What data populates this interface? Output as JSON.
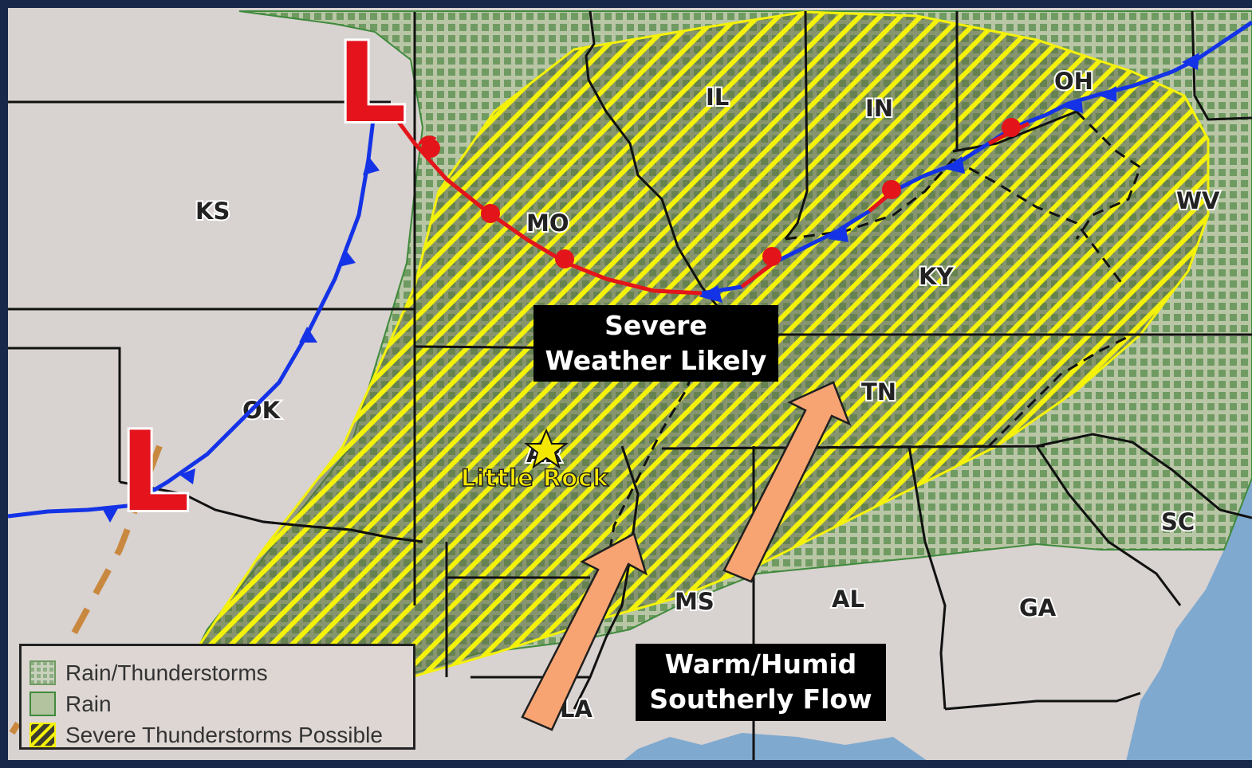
{
  "map": {
    "state_labels": {
      "ks": "KS",
      "ok": "OK",
      "mo": "MO",
      "il": "IL",
      "in": "IN",
      "oh": "OH",
      "wv": "WV",
      "ky": "KY",
      "tn": "TN",
      "ar": "AR",
      "ms": "MS",
      "al": "AL",
      "ga": "GA",
      "sc": "SC",
      "la": "LA"
    },
    "low_pressure_symbol": "L",
    "city": {
      "name": "Little Rock",
      "marker": "star"
    },
    "callouts": {
      "severe": [
        "Severe",
        "Weather Likely"
      ],
      "flow": [
        "Warm/Humid",
        "Southerly Flow"
      ]
    },
    "fronts": [
      "cold front",
      "warm front",
      "stationary front",
      "trough"
    ],
    "colors": {
      "land": "#d8d2d0",
      "water": "#7fa9cf",
      "rain_area": "#b3c29f",
      "rain_dots": "#6e9a60",
      "severe_hatch": "#f2f20a",
      "cold_front": "#1433e6",
      "warm_front": "#e3151a",
      "low_symbol": "#e4131c",
      "trough": "#c9883f",
      "flow_arrow": "#f7a472"
    }
  },
  "legend": {
    "items": [
      {
        "icon": "rain-thunderstorms-swatch",
        "label": "Rain/Thunderstorms"
      },
      {
        "icon": "rain-swatch",
        "label": "Rain"
      },
      {
        "icon": "severe-hatch-swatch",
        "label": "Severe Thunderstorms Possible"
      }
    ]
  }
}
